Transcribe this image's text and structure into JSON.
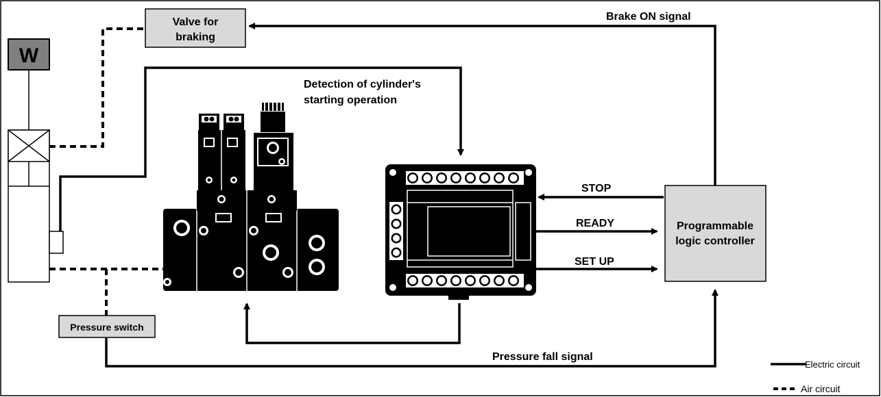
{
  "labels": {
    "weight": "W",
    "valve_line1": "Valve for",
    "valve_line2": "braking",
    "brake_on": "Brake ON signal",
    "detection_line1": "Detection of cylinder's",
    "detection_line2": "starting operation",
    "stop": "STOP",
    "ready": "READY",
    "setup": "SET UP",
    "plc_line1": "Programmable",
    "plc_line2": "logic controller",
    "pressure_switch": "Pressure switch",
    "pressure_fall": "Pressure fall signal"
  },
  "legend": {
    "electric": "Electric circuit",
    "air": "Air circuit"
  },
  "colors": {
    "box_fill": "#d9d9d9",
    "weight_fill": "#808080",
    "line": "#000000"
  }
}
